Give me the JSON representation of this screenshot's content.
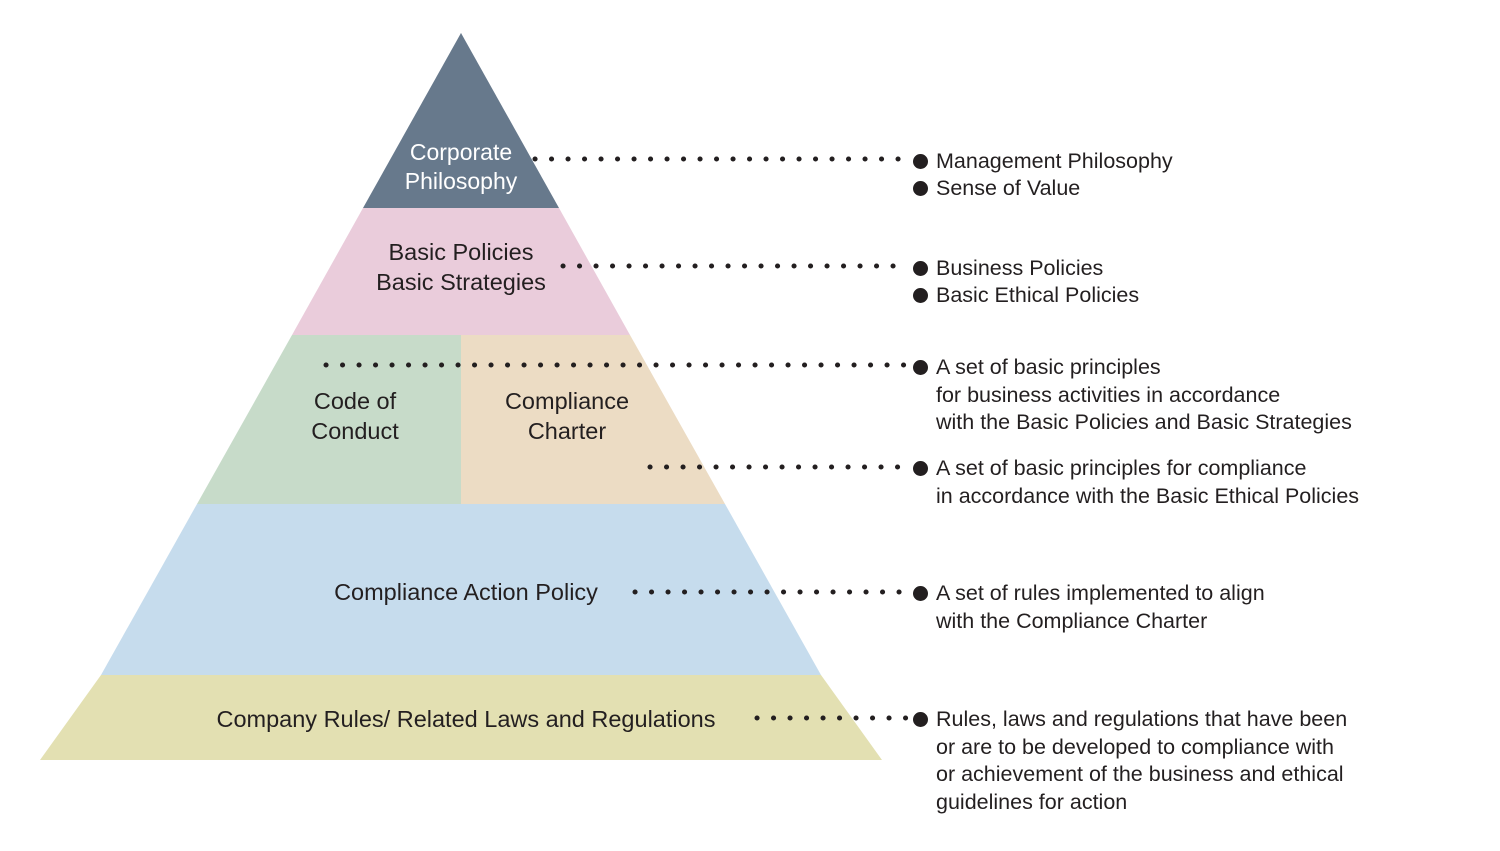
{
  "diagram": {
    "type": "pyramid-hierarchy",
    "background_color": "#ffffff",
    "text_color": "#231f20",
    "bullet_color": "#231f20",
    "leader_dot_color": "#231f20"
  },
  "tiers": [
    {
      "id": "corporate-philosophy",
      "label": "Corporate\nPhilosophy",
      "fill": "#67798c",
      "text_color": "#ffffff"
    },
    {
      "id": "basic-policies",
      "label": "Basic Policies\nBasic Strategies",
      "fill": "#eaccdb",
      "text_color": "#231f20"
    },
    {
      "id": "code-of-conduct",
      "label": "Code of\nConduct",
      "fill": "#c7dbc9",
      "text_color": "#231f20"
    },
    {
      "id": "compliance-charter",
      "label": "Compliance\nCharter",
      "fill": "#ecdcc4",
      "text_color": "#231f20"
    },
    {
      "id": "compliance-action-policy",
      "label": "Compliance Action Policy",
      "fill": "#c6dced",
      "text_color": "#231f20"
    },
    {
      "id": "company-rules",
      "label": "Company Rules/ Related Laws and Regulations",
      "fill": "#e3e0b2",
      "text_color": "#231f20"
    }
  ],
  "annotations": [
    {
      "id": "management-philosophy",
      "text": "Management Philosophy",
      "for_tier": "corporate-philosophy"
    },
    {
      "id": "sense-of-value",
      "text": "Sense of Value",
      "for_tier": "corporate-philosophy"
    },
    {
      "id": "business-policies",
      "text": "Business Policies",
      "for_tier": "basic-policies"
    },
    {
      "id": "basic-ethical-policies",
      "text": "Basic Ethical Policies",
      "for_tier": "basic-policies"
    },
    {
      "id": "code-of-conduct-desc",
      "text": "A set of basic principles\nfor business activities in accordance\nwith the Basic Policies and Basic Strategies",
      "for_tier": "code-of-conduct"
    },
    {
      "id": "compliance-charter-desc",
      "text": "A set of basic principles for compliance\nin accordance with the Basic Ethical Policies",
      "for_tier": "compliance-charter"
    },
    {
      "id": "compliance-action-desc",
      "text": "A set of rules implemented to align\nwith the Compliance Charter",
      "for_tier": "compliance-action-policy"
    },
    {
      "id": "company-rules-desc",
      "text": "Rules, laws and regulations that have been\nor are to be developed to compliance with\nor achievement of the business and ethical\nguidelines for action",
      "for_tier": "company-rules"
    }
  ]
}
